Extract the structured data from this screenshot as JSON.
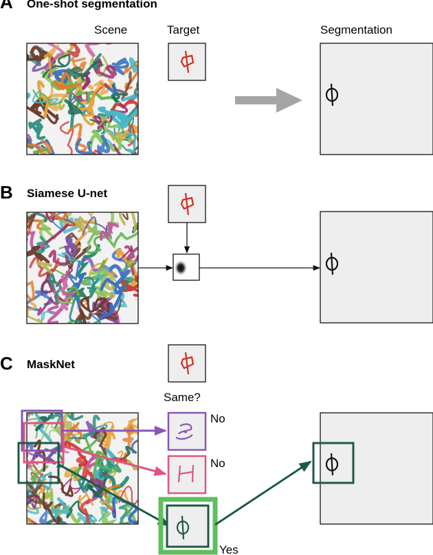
{
  "panels": [
    {
      "letter": "A",
      "title": "One-shot segmentation"
    },
    {
      "letter": "B",
      "title": "Siamese U-net"
    },
    {
      "letter": "C",
      "title": "MaskNet"
    }
  ],
  "labels": {
    "scene": "Scene",
    "target": "Target",
    "segmentation": "Segmentation",
    "same": "Same?",
    "no_1": "No",
    "no_2": "No",
    "yes": "Yes"
  },
  "glyph": "ɸ",
  "colors": {
    "target_glyph": "#d42d1e",
    "box_fill": "#eeeeee",
    "big_arrow": "#a5a5a5",
    "purple": "#8a55b4",
    "pink": "#e0547d",
    "dark_green": "#1d5a44",
    "light_green": "#5fbf5c"
  },
  "icons": [
    "arrow-icon",
    "glyph-icon",
    "blob-icon"
  ]
}
